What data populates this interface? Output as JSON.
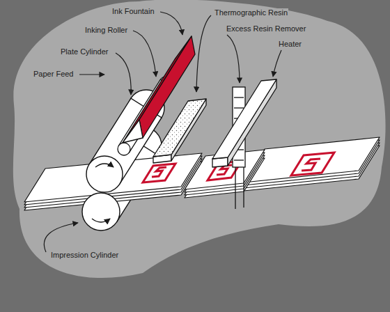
{
  "diagram": {
    "labels": [
      "Ink Fountain",
      "Thermographic Resin",
      "Excess Resin Remover",
      "Inking Roller",
      "Heater",
      "Plate Cylinder",
      "Paper Feed",
      "Impression Cylinder"
    ]
  }
}
